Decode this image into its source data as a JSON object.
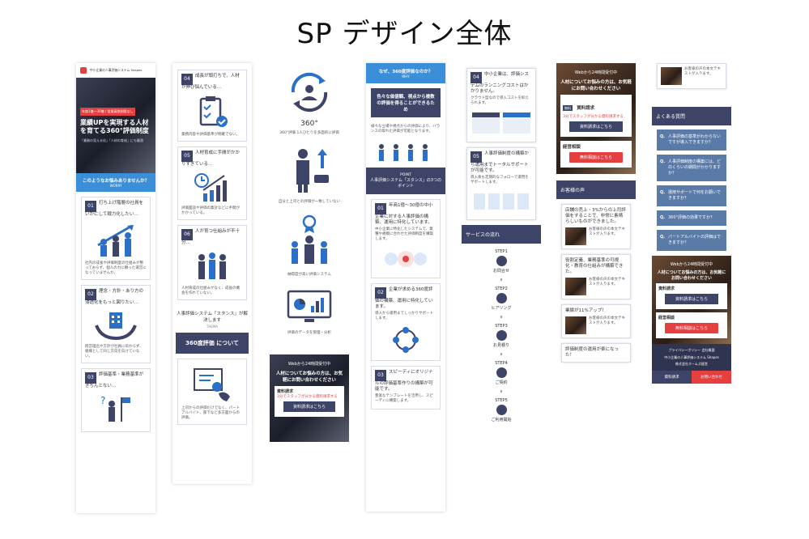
{
  "page_title": "SP デザイン全体",
  "col1": {
    "brand": "中小企業の人事評価システム Shapes",
    "hero_label": "年商1億〜30億 / 従業員数制限なし",
    "hero_title": "業績UPを実現する人材を育てる360°評価制度",
    "hero_sub": "「業務の見える化」「人材の育成」にも最適",
    "worries_title": "このようなお悩みありませんか？",
    "worries_en": "WORRY",
    "items": [
      {
        "num": "01",
        "text": "打ち上げ階層の社員をいかにして戦力化したい…"
      },
      {
        "num": "02",
        "text": "理念・方針・あり方の浸透化をもっと図りたい…"
      },
      {
        "num": "03",
        "text": "評価基準・業務基準がきちんとない…"
      }
    ]
  },
  "col2": {
    "items": [
      {
        "num": "04",
        "text": "成長が頭打ちで、人材が伸び悩んでいる…"
      },
      {
        "num": "05",
        "text": "人材育成に手間がかかりすぎている…"
      },
      {
        "num": "06",
        "text": "人が育つ仕組みが不十分…"
      }
    ],
    "system_text": "人事評価システム「スタンス」が解決します",
    "system_en": "THEMA",
    "section_btn": "360度評価 について"
  },
  "col3": {
    "label_360": "360°",
    "caption": "360°評価 1人ひとりを多面的に評価"
  },
  "col4": {
    "banner_q": "なぜ、360度評価なのか？",
    "banner_en": "WHY",
    "intro": "色々な価値観、視点から複数の評価を得ることができるため",
    "point_head": "人事評価システム「スタンス」の3つのポイント",
    "points": [
      {
        "num": "01",
        "text": "年商1億〜30億の中小企業に対する人事評価の構築、運用に特化しています。"
      },
      {
        "num": "02",
        "text": "企業が求める360度評価の構築、運用に特化しています。"
      },
      {
        "num": "03",
        "text": "スピーディにオリジナルの評価基準作りの構築が可能です。"
      }
    ]
  },
  "col5": {
    "points": [
      {
        "num": "04",
        "text": "中小企業は、評価システムのランニングコストはかかりません。"
      },
      {
        "num": "05",
        "text": "人事評価制度の構築から運用までトータルサポートが可能です。"
      }
    ],
    "flow_title": "サービスの流れ",
    "steps": [
      {
        "label": "STEP1",
        "text": "お問合せ"
      },
      {
        "label": "STEP2",
        "text": "ヒアリング"
      },
      {
        "label": "STEP3",
        "text": "お見積り"
      },
      {
        "label": "STEP4",
        "text": "ご契約"
      },
      {
        "label": "STEP5",
        "text": "ご利用開始"
      }
    ]
  },
  "col6": {
    "cta_tag": "Webから24時間受付中",
    "cta_text": "人材についてお悩みの方は、お気軽にお問い合わせください",
    "doc_badge": "無料",
    "doc_title": "資料請求",
    "doc_copy": "3分でスタッフが分かる資料請求する",
    "doc_btn": "資料請求はこちら",
    "consult_title": "経営相談",
    "consult_btn": "無料相談はこちら",
    "reviews_title": "お客様の声",
    "reviews": [
      "店舗の売上・3%からの上司評価をすることで、非常に素晴らしいものができました。",
      "役割定義、業務基準の可視化・教育の仕組みが構築できた。",
      "業績が11%アップ！",
      "評価制度の運用が楽になった！"
    ]
  },
  "col7": {
    "faq_title": "よくある質問",
    "faq": [
      "人事評価の基準がわからないですが導入できますか？",
      "人事評価制度の構築には、どのくらいの期間がかかりますか？",
      "運用サポートで何をお願いできますか？",
      "360°評価の効果ですか？",
      "パートアルバイトの評価はできますか？"
    ],
    "cta_tag": "Webから24時間受付中",
    "cta_text": "人材についてお悩みの方は、お気軽にお問い合わせください",
    "doc_title": "資料請求",
    "consult_title": "経営相談",
    "footer_links": "プライバシーポリシー 会社概要",
    "footer_brand": "中小企業の人事評価システム Shapes",
    "footer_company": "株式会社ホームズ経営",
    "footer_btn_doc": "資料請求",
    "footer_btn_contact": "お問い合わせ"
  }
}
